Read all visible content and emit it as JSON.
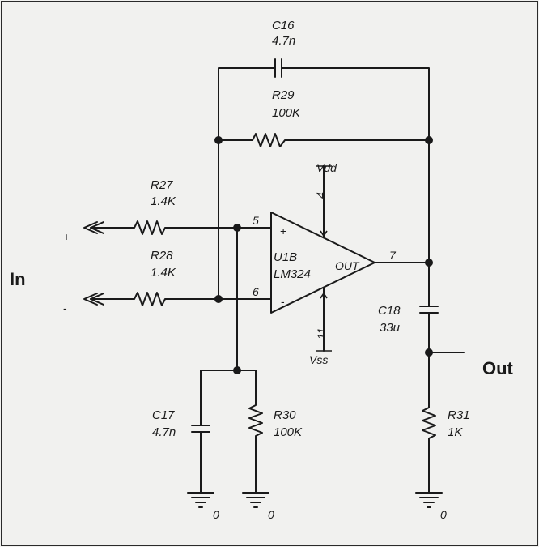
{
  "io": {
    "in_label": "In",
    "out_label": "Out",
    "plus_sign": "+",
    "minus_sign": "-"
  },
  "components": {
    "c16": {
      "ref": "C16",
      "value": "4.7n"
    },
    "r29": {
      "ref": "R29",
      "value": "100K"
    },
    "r27": {
      "ref": "R27",
      "value": "1.4K"
    },
    "r28": {
      "ref": "R28",
      "value": "1.4K"
    },
    "c17": {
      "ref": "C17",
      "value": "4.7n"
    },
    "r30": {
      "ref": "R30",
      "value": "100K"
    },
    "c18": {
      "ref": "C18",
      "value": "33u"
    },
    "r31": {
      "ref": "R31",
      "value": "1K"
    }
  },
  "opamp": {
    "ref": "U1B",
    "part": "LM324",
    "out_label": "OUT",
    "noninv_symbol": "+",
    "inv_symbol": "-",
    "pins": {
      "noninv": "5",
      "inv": "6",
      "out": "7",
      "vdd": "4",
      "vss": "11"
    }
  },
  "power": {
    "vdd": "Vdd",
    "vss": "Vss"
  },
  "grounds": {
    "g1": "0",
    "g2": "0",
    "g3": "0"
  }
}
